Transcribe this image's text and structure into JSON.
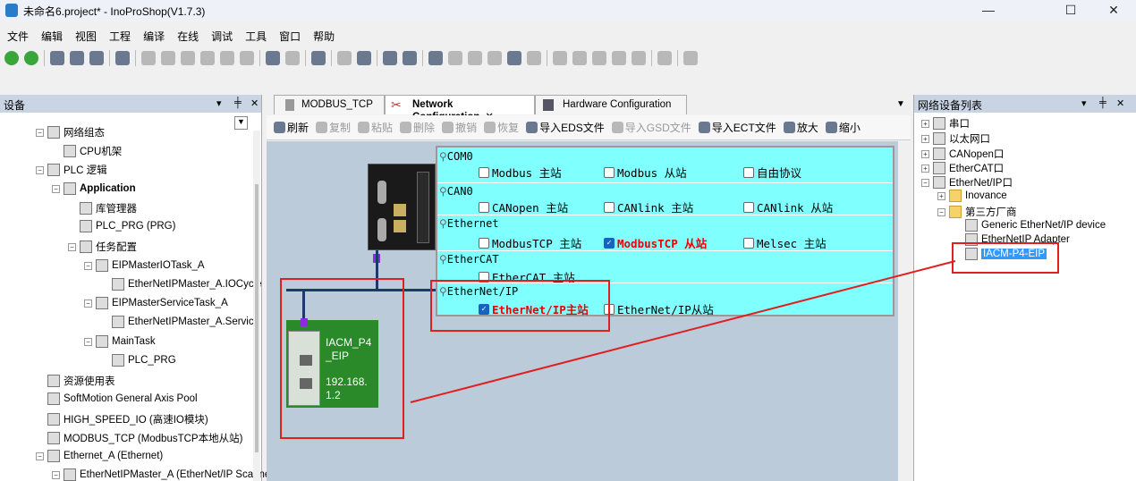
{
  "window": {
    "title": "未命名6.project* - InoProShop(V1.7.3)",
    "controls": [
      "—",
      "☐",
      "✕"
    ]
  },
  "menu": [
    "文件",
    "编辑",
    "视图",
    "工程",
    "编译",
    "在线",
    "调试",
    "工具",
    "窗口",
    "帮助"
  ],
  "left_panel": {
    "title": "设备",
    "items": [
      {
        "label": "网络组态",
        "indent": 2
      },
      {
        "label": "CPU机架",
        "indent": 3
      },
      {
        "label": "PLC 逻辑",
        "indent": 2
      },
      {
        "label": "Application",
        "indent": 3,
        "bold": true
      },
      {
        "label": "库管理器",
        "indent": 4
      },
      {
        "label": "PLC_PRG (PRG)",
        "indent": 4
      },
      {
        "label": "任务配置",
        "indent": 4
      },
      {
        "label": "EIPMasterIOTask_A",
        "indent": 5
      },
      {
        "label": "EtherNetIPMaster_A.IOCycle",
        "indent": 6
      },
      {
        "label": "EIPMasterServiceTask_A",
        "indent": 5
      },
      {
        "label": "EtherNetIPMaster_A.Service",
        "indent": 6
      },
      {
        "label": "MainTask",
        "indent": 5
      },
      {
        "label": "PLC_PRG",
        "indent": 6
      },
      {
        "label": "资源使用表",
        "indent": 2
      },
      {
        "label": "SoftMotion General Axis Pool",
        "indent": 2
      },
      {
        "label": "HIGH_SPEED_IO (高速IO模块)",
        "indent": 2
      },
      {
        "label": "MODBUS_TCP (ModbusTCP本地从站)",
        "indent": 2
      },
      {
        "label": "Ethernet_A (Ethernet)",
        "indent": 2
      },
      {
        "label": "EtherNetIPMaster_A (EtherNet/IP Scanner)",
        "indent": 3
      }
    ]
  },
  "tabs": [
    {
      "label": "MODBUS_TCP",
      "active": false
    },
    {
      "label": "Network Configuration",
      "active": true
    },
    {
      "label": "Hardware Configuration",
      "active": false
    }
  ],
  "center_toolbar": [
    {
      "label": "刷新",
      "enabled": true
    },
    {
      "label": "复制",
      "enabled": false
    },
    {
      "label": "粘贴",
      "enabled": false
    },
    {
      "label": "删除",
      "enabled": false
    },
    {
      "label": "撤销",
      "enabled": false
    },
    {
      "label": "恢复",
      "enabled": false
    },
    {
      "label": "导入EDS文件",
      "enabled": true
    },
    {
      "label": "导入GSD文件",
      "enabled": false
    },
    {
      "label": "导入ECT文件",
      "enabled": true
    },
    {
      "label": "放大",
      "enabled": true
    },
    {
      "label": "缩小",
      "enabled": true
    }
  ],
  "protocols": [
    {
      "group": "COM0",
      "options": [
        {
          "label": "Modbus 主站",
          "checked": false
        },
        {
          "label": "Modbus 从站",
          "checked": false
        },
        {
          "label": "自由协议",
          "checked": false
        }
      ]
    },
    {
      "group": "CAN0",
      "options": [
        {
          "label": "CANopen 主站",
          "checked": false
        },
        {
          "label": "CANlink 主站",
          "checked": false
        },
        {
          "label": "CANlink 从站",
          "checked": false
        }
      ]
    },
    {
      "group": "Ethernet",
      "options": [
        {
          "label": "ModbusTCP 主站",
          "checked": false
        },
        {
          "label": "ModbusTCP 从站",
          "checked": true
        },
        {
          "label": "Melsec 主站",
          "checked": false
        }
      ]
    },
    {
      "group": "EtherCAT",
      "options": [
        {
          "label": "EtherCAT 主站",
          "checked": false
        }
      ]
    },
    {
      "group": "EtherNet/IP",
      "options": [
        {
          "label": "EtherNet/IP主站",
          "checked": true
        },
        {
          "label": "EtherNet/IP从站",
          "checked": false
        }
      ]
    }
  ],
  "device": {
    "name": "IACM_P4 _EIP",
    "ip": "192.168. 1.2"
  },
  "right_panel": {
    "title": "网络设备列表",
    "items": [
      {
        "label": "串口",
        "indent": 0,
        "pm": "+"
      },
      {
        "label": "以太网口",
        "indent": 0,
        "pm": "+"
      },
      {
        "label": "CANopen口",
        "indent": 0,
        "pm": "+"
      },
      {
        "label": "EtherCAT口",
        "indent": 0,
        "pm": "+"
      },
      {
        "label": "EtherNet/IP口",
        "indent": 0,
        "pm": "−"
      },
      {
        "label": "Inovance",
        "indent": 1,
        "pm": "+"
      },
      {
        "label": "第三方厂商",
        "indent": 1,
        "pm": "−"
      },
      {
        "label": "Generic EtherNet/IP device",
        "indent": 2
      },
      {
        "label": "EtherNetIP Adapter",
        "indent": 2
      },
      {
        "label": "IACM-P4-EIP",
        "indent": 2,
        "selected": true
      }
    ]
  },
  "colors": {
    "highlight": "#e02020",
    "canvas": "#bccbd9",
    "protocol_panel": "#80ffff",
    "device": "#2a8a2a",
    "selection": "#3399ff"
  }
}
